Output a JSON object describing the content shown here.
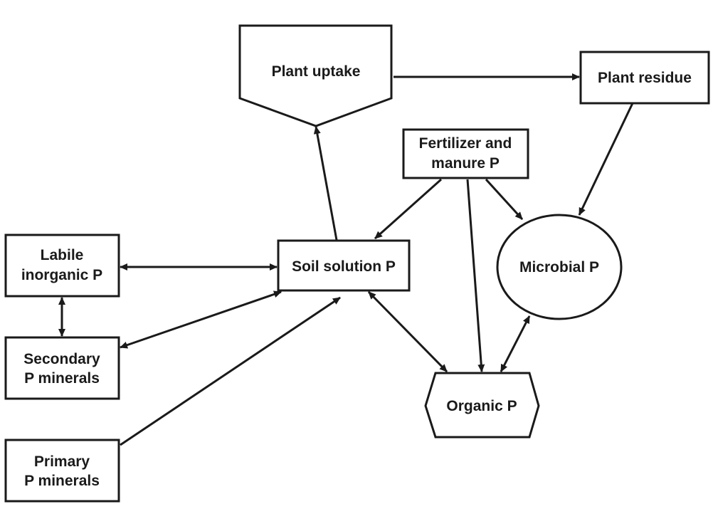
{
  "nodes": {
    "plant_uptake": {
      "label": "Plant uptake"
    },
    "plant_residue": {
      "label": "Plant residue"
    },
    "fertilizer": {
      "line1": "Fertilizer and",
      "line2": "manure P"
    },
    "labile": {
      "line1": "Labile",
      "line2": "inorganic P"
    },
    "soil_solution": {
      "label": "Soil solution P"
    },
    "microbial": {
      "label": "Microbial P"
    },
    "secondary": {
      "line1": "Secondary",
      "line2": "P minerals"
    },
    "organic": {
      "label": "Organic P"
    },
    "primary": {
      "line1": "Primary",
      "line2": "P minerals"
    }
  },
  "colors": {
    "stroke": "#1a1a1a",
    "background": "#ffffff"
  }
}
